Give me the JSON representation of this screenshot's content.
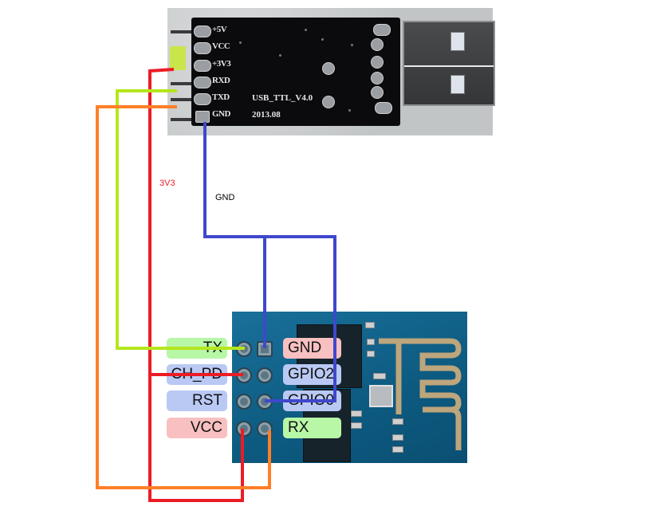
{
  "usb_adapter": {
    "pin_labels": [
      "+5V",
      "VCC",
      "+3V3",
      "RXD",
      "TXD",
      "GND"
    ],
    "board_name": "USB_TTL_V4.0",
    "board_date": "2013.08"
  },
  "esp_module": {
    "left_labels": [
      {
        "text": "TX",
        "color": "#b7f7a6"
      },
      {
        "text": "CH_PD",
        "color": "#b9c9f4"
      },
      {
        "text": "RST",
        "color": "#b9c9f4"
      },
      {
        "text": "VCC",
        "color": "#f8c0c0"
      }
    ],
    "right_labels": [
      {
        "text": "GND",
        "color": "#f8c0c0"
      },
      {
        "text": "GPIO2",
        "color": "#b9c9f4"
      },
      {
        "text": "GPIO0",
        "color": "#b9c9f4"
      },
      {
        "text": "RX",
        "color": "#b7f7a6"
      }
    ]
  },
  "annotations": {
    "power_label": "3V3",
    "ground_label": "GND"
  },
  "wires": [
    {
      "name": "3v3-wire",
      "color": "#ec1c24",
      "from": "+3V3",
      "to": [
        "CH_PD",
        "VCC"
      ]
    },
    {
      "name": "gnd-wire",
      "color": "#3f48cc",
      "from": "GND",
      "to": [
        "GND",
        "GPIO0"
      ]
    },
    {
      "name": "rxd-wire",
      "color": "#b5e61d",
      "from": "RXD",
      "to": [
        "TX"
      ]
    },
    {
      "name": "txd-wire",
      "color": "#ff7f27",
      "from": "TXD",
      "to": [
        "RX"
      ]
    }
  ],
  "colors": {
    "red": "#ec1c24",
    "blue": "#3f48cc",
    "lime": "#b5e61d",
    "orange": "#ff7f27"
  }
}
